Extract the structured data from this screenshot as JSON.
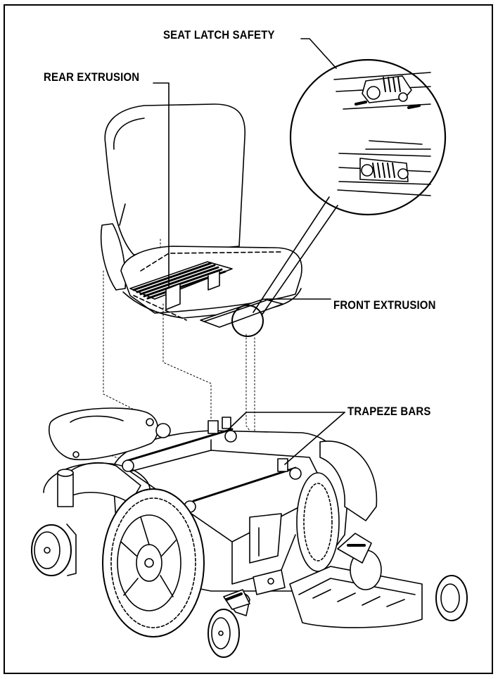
{
  "diagram": {
    "labels": {
      "seat_latch_safety": "SEAT LATCH SAFETY",
      "rear_extrusion": "REAR EXTRUSION",
      "front_extrusion": "FRONT  EXTRUSION",
      "trapeze_bars": "TRAPEZE BARS"
    }
  }
}
